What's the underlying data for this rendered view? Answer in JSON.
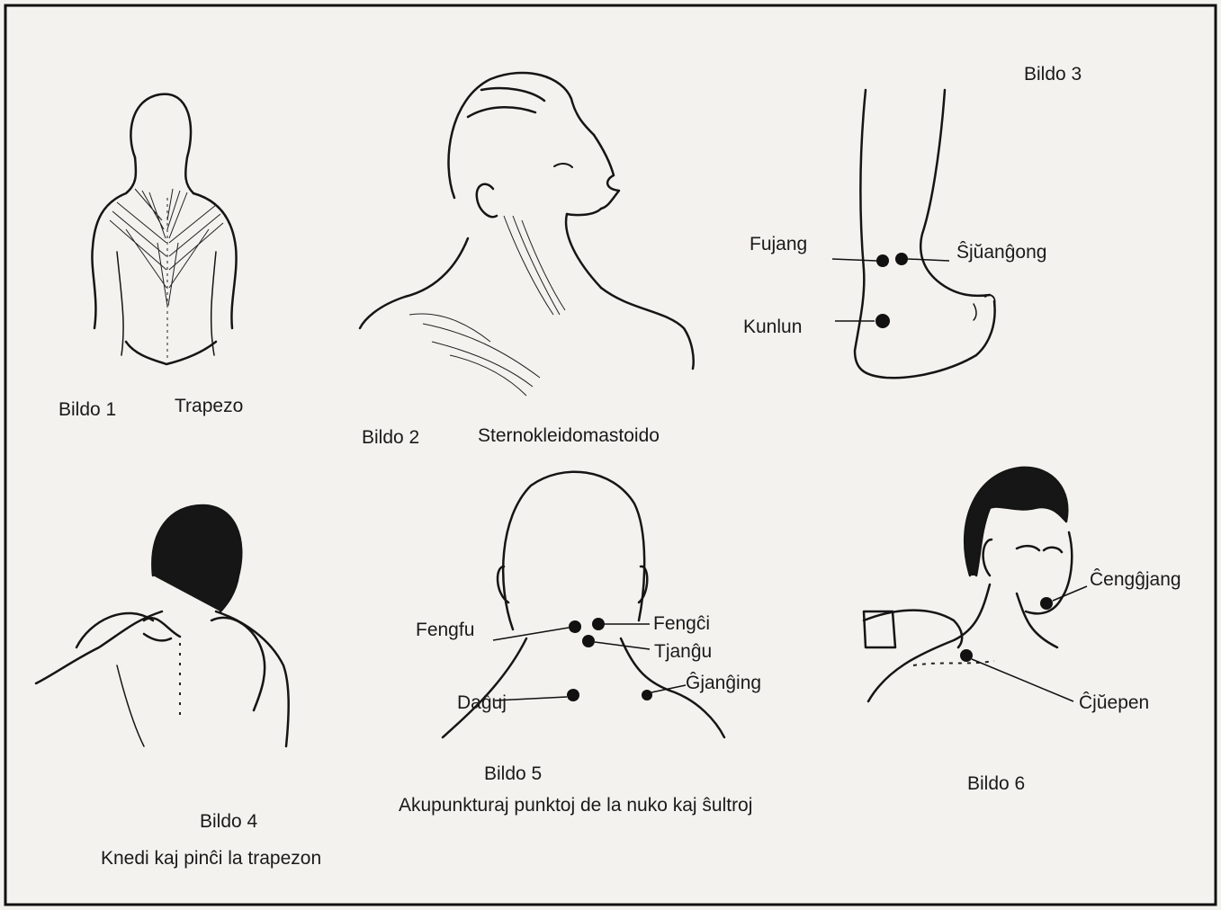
{
  "figure1": {
    "caption": "Bildo 1",
    "title": "Trapezo"
  },
  "figure2": {
    "caption": "Bildo 2",
    "title": "Sternokleidomastoido"
  },
  "figure3": {
    "caption": "Bildo 3",
    "points": [
      "Fujang",
      "Ŝjŭanĝong",
      "Kunlun"
    ]
  },
  "figure4": {
    "caption": "Bildo 4",
    "title": "Knedi kaj pinĉi la trapezon"
  },
  "figure5": {
    "caption": "Bildo 5",
    "title": "Akupunkturaj punktoj de la nuko kaj ŝultroj",
    "points": [
      "Fengfu",
      "Fengĉi",
      "Tjanĝu",
      "Ĝjanĝing",
      "Daĝuj"
    ]
  },
  "figure6": {
    "caption": "Bildo 6",
    "points": [
      "Ĉengĝjang",
      "Ĉjŭepen"
    ]
  }
}
